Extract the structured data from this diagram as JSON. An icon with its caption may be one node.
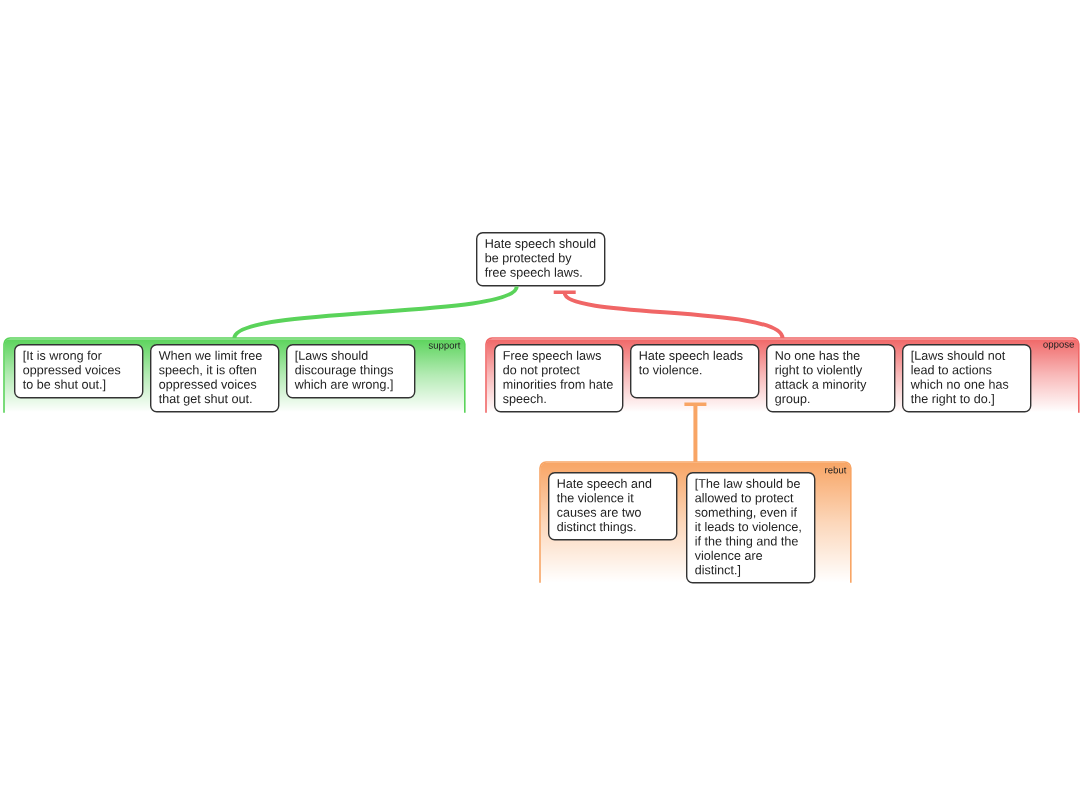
{
  "diagram": {
    "nodes": [
      {
        "text": [
          "Hate speech should be protected by free speech laws."
        ]
      },
      {
        "text": [
          "support"
        ]
      },
      {
        "text": [
          "[It is wrong for oppressed voices to be shut out.]"
        ],
        "in": 1
      },
      {
        "text": [
          "When we limit free speech, it is often oppressed voices that get shut out."
        ],
        "in": 1
      },
      {
        "text": [
          "[Laws should discourage things which are wrong.]"
        ],
        "in": 1
      },
      {
        "text": [
          "oppose"
        ]
      },
      {
        "text": [
          "Free speech laws do not protect minorities from hate speech."
        ],
        "in": 5
      },
      {
        "text": [
          "Hate speech leads to violence."
        ],
        "in": 5
      },
      {
        "text": [
          "No one has the right to violently attack a minority group."
        ],
        "in": 5
      },
      {
        "text": [
          "[Laws should not lead to actions which no one has the right to do.]"
        ],
        "in": 5
      },
      {
        "text": [
          "rebut"
        ]
      },
      {
        "text": [
          "Hate speech and the violence it causes are two distinct things."
        ],
        "in": 10
      },
      {
        "text": [
          "[The law should be allowed to protect something, even if it leads to violence, if the thing and the violence are distinct.]"
        ],
        "in": 10
      }
    ],
    "edges": [
      {
        "from": 1,
        "to": 0,
        "arrow": "none",
        "color": "#5ad35a"
      },
      {
        "from": 5,
        "to": 0,
        "arrow": "other",
        "color": "#f06666"
      },
      {
        "from": 10,
        "to": 7,
        "arrow": "other",
        "color": "#f8a565"
      }
    ]
  }
}
